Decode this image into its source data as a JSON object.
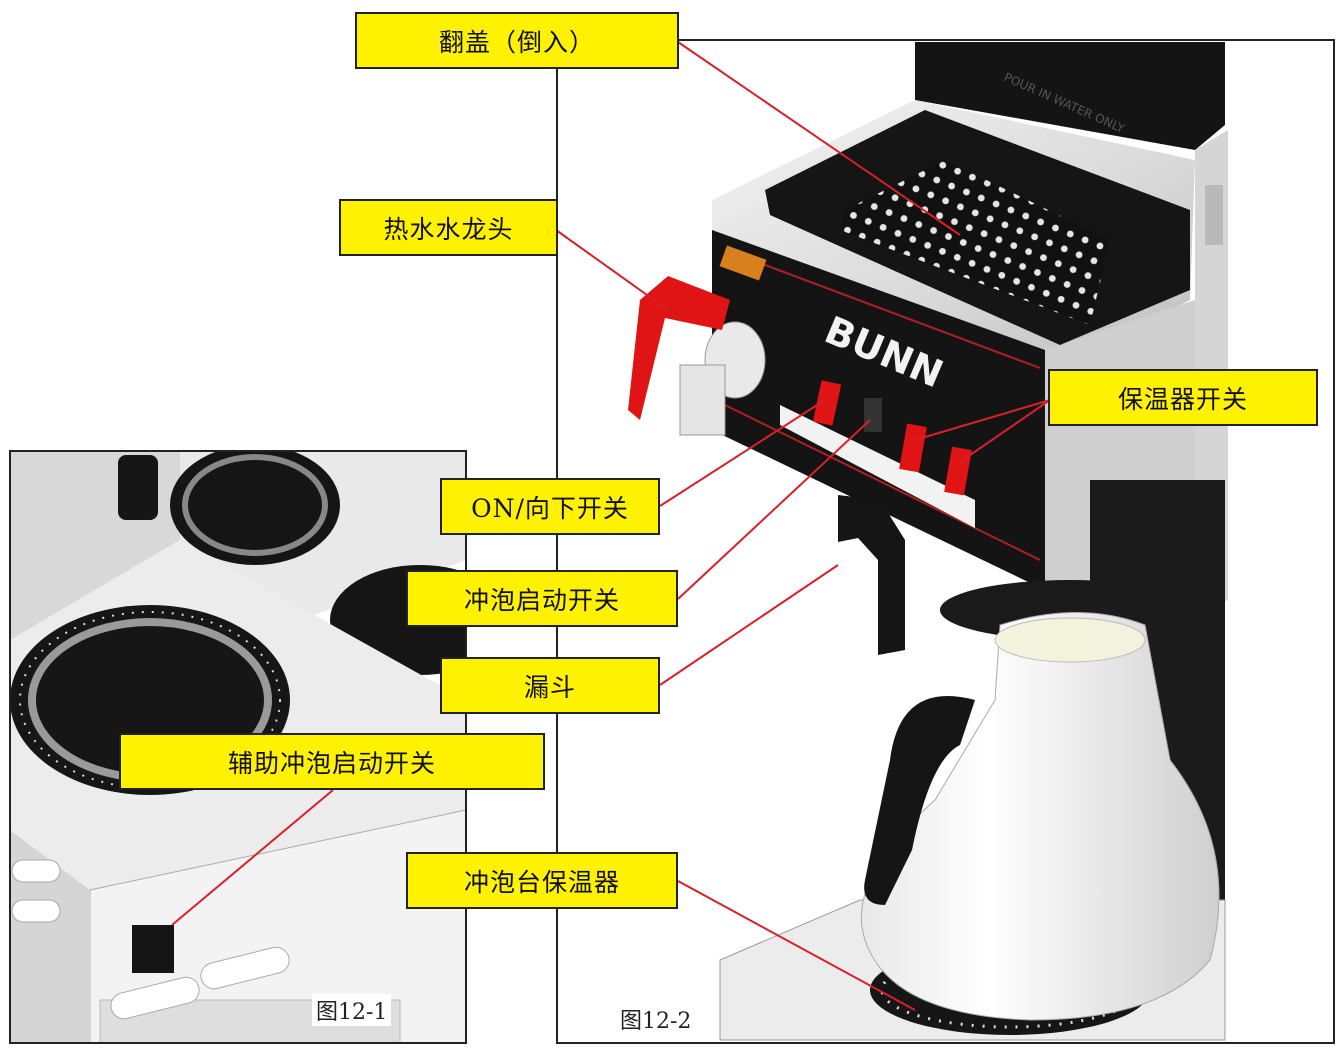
{
  "callouts": {
    "lid": "翻盖（倒入）",
    "hot_water_faucet": "热水水龙头",
    "on_down_switch": "ON/向下开关",
    "brew_start_switch": "冲泡启动开关",
    "funnel": "漏斗",
    "aux_brew_start_switch": "辅助冲泡启动开关",
    "brew_station_warmer": "冲泡台保温器",
    "warmer_switches": "保温器开关"
  },
  "figures": {
    "left_caption": "图12-1",
    "right_caption": "图12-2"
  },
  "machine": {
    "brand": "BUNN",
    "lid_text": "POUR IN WATER ONLY"
  },
  "colors": {
    "callout_fill": "#fff200",
    "leader_line": "#d8202a",
    "handle_red": "#e01414",
    "machine_black": "#151515"
  }
}
